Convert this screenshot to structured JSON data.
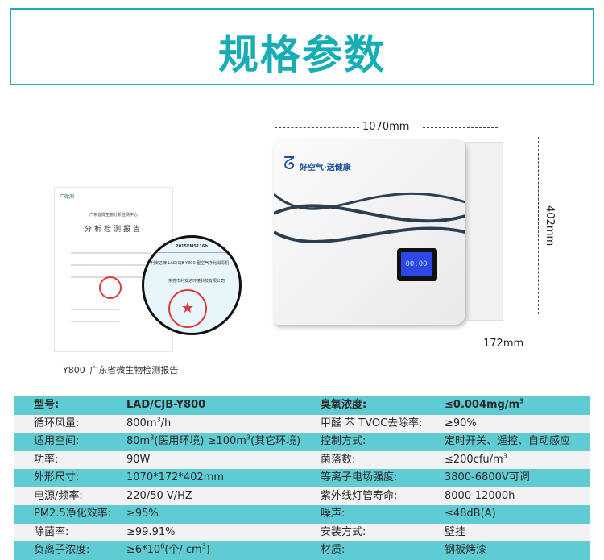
{
  "header": {
    "title": "规格参数"
  },
  "report": {
    "caption": "Y800_广东省微生物检测报告",
    "org": "广东省微生物分析检测中心",
    "doc_title": "分析检测报告",
    "brand": "广微测",
    "report_no": "2015FM5116b",
    "product_line": "利安达牌 LAD/CJB-Y800 型空气净化消毒机",
    "company": "东莞市利安达环境科技有限公司"
  },
  "product": {
    "slogan": "好空气·送健康",
    "lcd": "00:00",
    "width": "1070mm",
    "height": "402mm",
    "depth": "172mm"
  },
  "colors": {
    "accent": "#16adb7",
    "row_teal": "#5fcbd2",
    "row_gray": "#f2f2f2"
  },
  "specs": [
    {
      "l1": "型号:",
      "v1": "LAD/CJB-Y800",
      "l2": "臭氧浓度:",
      "v2": "≤0.004mg/m",
      "v2sup": "3"
    },
    {
      "l1": "循环风量:",
      "v1": "800m",
      "v1sup": "3",
      "v1b": "/h",
      "l2": "甲醛 苯 TVOC去除率:",
      "v2": "≥90%"
    },
    {
      "l1": "适用空间:",
      "v1": "80m",
      "v1sup": "3",
      "v1b": "(医用环境) ≥100m",
      "v1sup2": "3",
      "v1c": "(其它环境)",
      "l2": "控制方式:",
      "v2": "定时开关、遥控、自动感应"
    },
    {
      "l1": "功率:",
      "v1": "90W",
      "l2": "菌落数:",
      "v2": "≤200cfu/m",
      "v2sup": "3"
    },
    {
      "l1": "外形尺寸:",
      "v1": "1070*172*402mm",
      "l2": "等离子电场强度:",
      "v2": "3800-6800V可调"
    },
    {
      "l1": "电源/频率:",
      "v1": " 220/50 V/HZ",
      "l2": "紫外线灯管寿命:",
      "v2": "8000-12000h"
    },
    {
      "l1": "PM2.5净化效率:",
      "v1": "≥95%",
      "l2": "噪声:",
      "v2": "≤48dB(A)"
    },
    {
      "l1": "除菌率:",
      "v1": "≥99.91%",
      "l2": "安装方式:",
      "v2": "壁挂"
    },
    {
      "l1": "负离子浓度:",
      "v1": "≥6*10",
      "v1sup": "6",
      "v1b": "(个/ cm",
      "v1sup2": "3",
      "v1c": ")",
      "l2": "材质:",
      "v2": "钢板烤漆"
    }
  ]
}
